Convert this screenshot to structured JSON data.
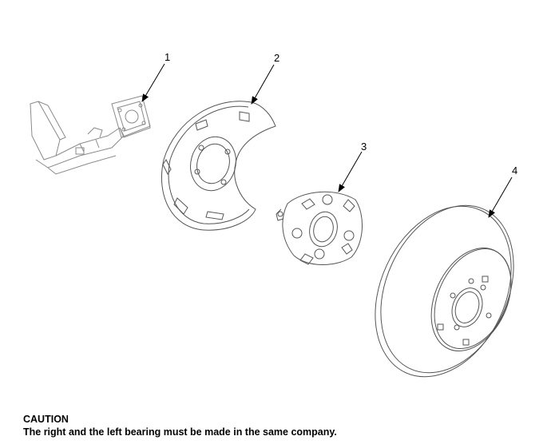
{
  "callouts": [
    {
      "number": "1",
      "part": "knuckle"
    },
    {
      "number": "2",
      "part": "dust-cover"
    },
    {
      "number": "3",
      "part": "hub-bearing"
    },
    {
      "number": "4",
      "part": "brake-disc"
    }
  ],
  "caution": {
    "title": "CAUTION",
    "text": "The right and the left bearing must be made in the same company."
  }
}
